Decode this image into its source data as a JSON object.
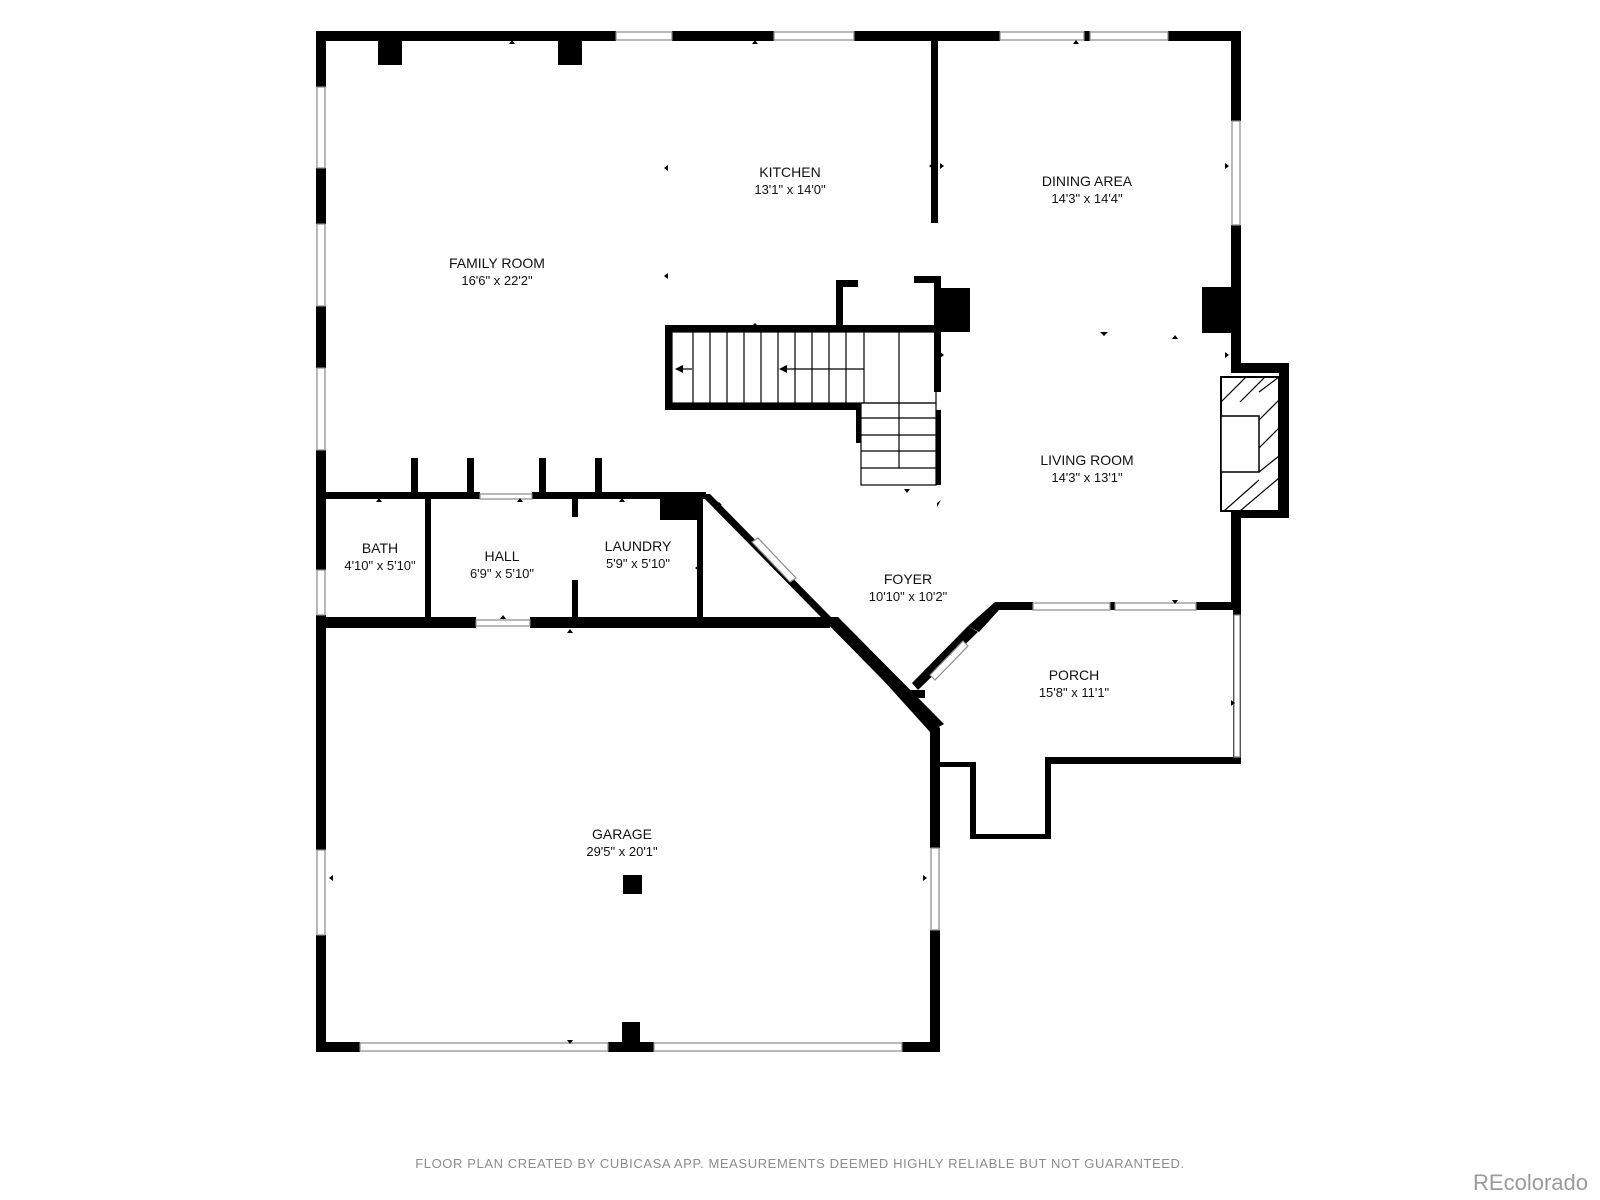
{
  "floor_plan": {
    "rooms": [
      {
        "id": "kitchen",
        "name": "KITCHEN",
        "size": "13'1\" x 14'0\""
      },
      {
        "id": "dining-area",
        "name": "DINING AREA",
        "size": "14'3\" x 14'4\""
      },
      {
        "id": "family-room",
        "name": "FAMILY ROOM",
        "size": "16'6\" x 22'2\""
      },
      {
        "id": "living-room",
        "name": "LIVING ROOM",
        "size": "14'3\" x 13'1\""
      },
      {
        "id": "bath",
        "name": "BATH",
        "size": "4'10\" x 5'10\""
      },
      {
        "id": "hall",
        "name": "HALL",
        "size": "6'9\" x 5'10\""
      },
      {
        "id": "laundry",
        "name": "LAUNDRY",
        "size": "5'9\" x 5'10\""
      },
      {
        "id": "foyer",
        "name": "FOYER",
        "size": "10'10\" x 10'2\""
      },
      {
        "id": "porch",
        "name": "PORCH",
        "size": "15'8\" x 11'1\""
      },
      {
        "id": "garage",
        "name": "GARAGE",
        "size": "29'5\" x 20'1\""
      }
    ]
  },
  "footer": {
    "disclaimer": "FLOOR PLAN CREATED BY CUBICASA APP. MEASUREMENTS DEEMED HIGHLY RELIABLE BUT NOT GUARANTEED.",
    "logo": "REcolorado"
  },
  "colors": {
    "wall": "#000000",
    "background": "#ffffff",
    "footer_text": "#8c8c8c"
  }
}
